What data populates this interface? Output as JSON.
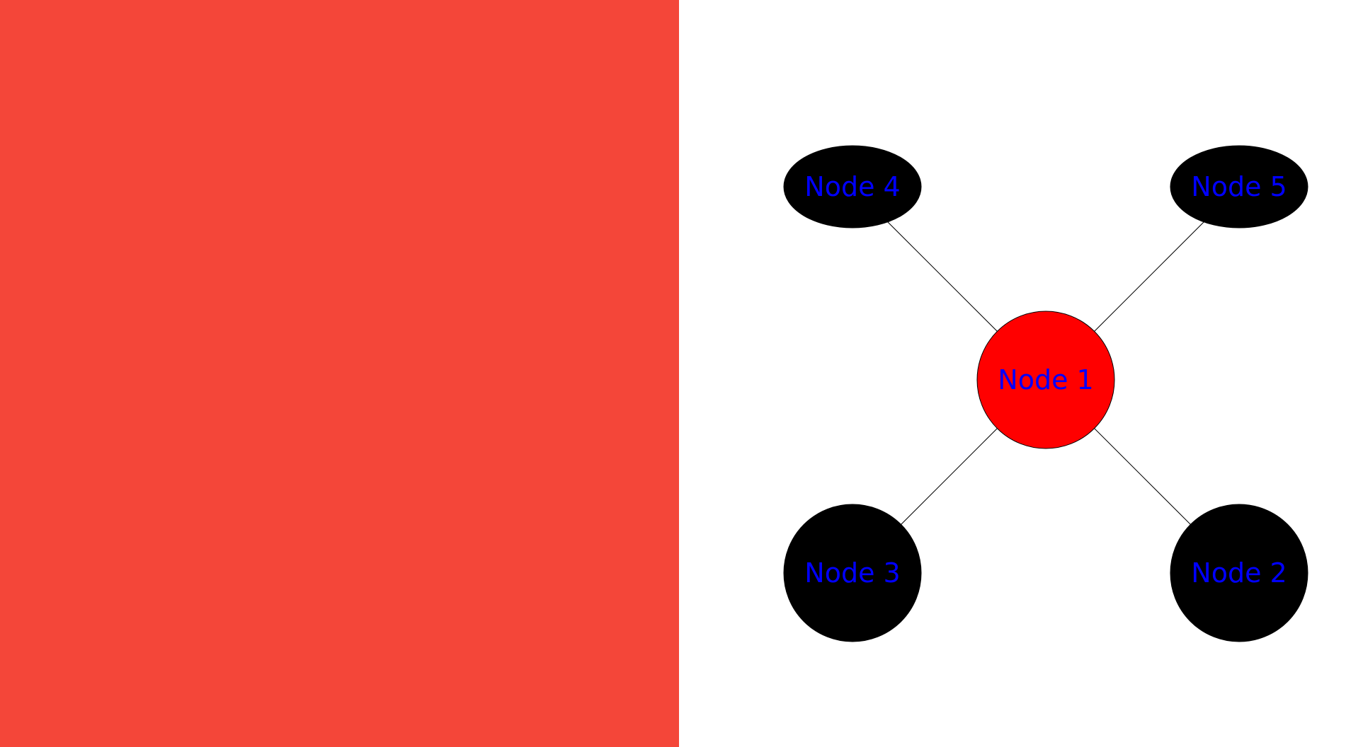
{
  "left_panel": {
    "color": "#F44639"
  },
  "graph": {
    "edge_color": "#000000",
    "label_color": "#0000FF",
    "nodes": [
      {
        "id": "node-1",
        "label": "Node 1",
        "fill": "#FF0000",
        "shape": "circle"
      },
      {
        "id": "node-2",
        "label": "Node 2",
        "fill": "#000000",
        "shape": "circle"
      },
      {
        "id": "node-3",
        "label": "Node 3",
        "fill": "#000000",
        "shape": "circle"
      },
      {
        "id": "node-4",
        "label": "Node 4",
        "fill": "#000000",
        "shape": "ellipse"
      },
      {
        "id": "node-5",
        "label": "Node 5",
        "fill": "#000000",
        "shape": "ellipse"
      }
    ],
    "edges": [
      {
        "from": "node-1",
        "to": "node-2"
      },
      {
        "from": "node-1",
        "to": "node-3"
      },
      {
        "from": "node-1",
        "to": "node-4"
      },
      {
        "from": "node-1",
        "to": "node-5"
      }
    ]
  }
}
